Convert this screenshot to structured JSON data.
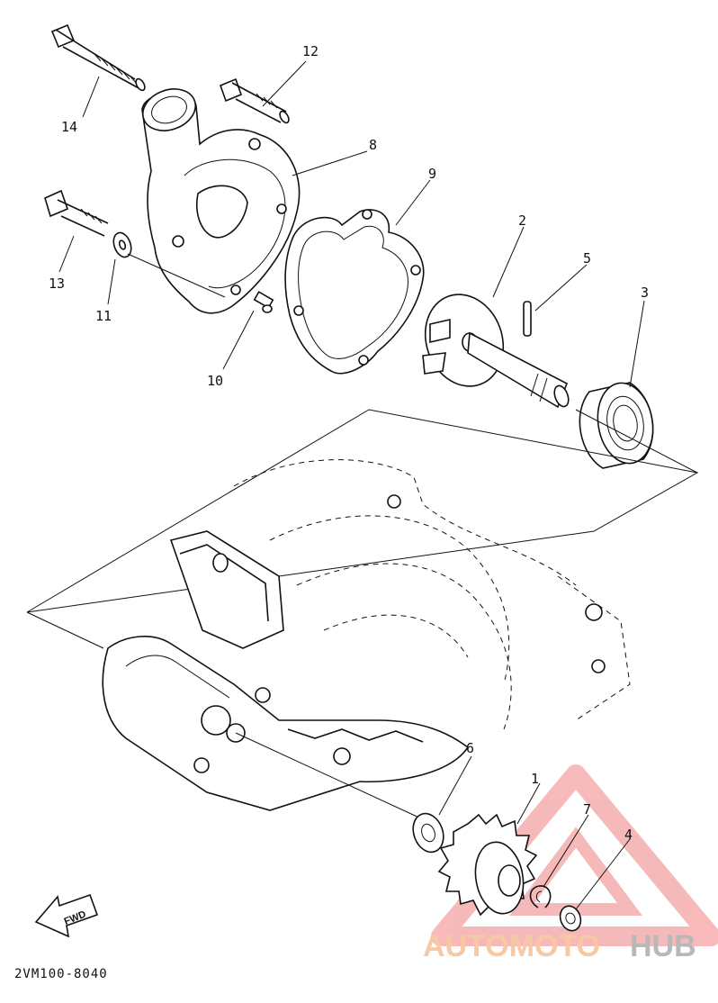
{
  "parts": [
    {
      "number": "1"
    },
    {
      "number": "2"
    },
    {
      "number": "3"
    },
    {
      "number": "4"
    },
    {
      "number": "5"
    },
    {
      "number": "6"
    },
    {
      "number": "7"
    },
    {
      "number": "8"
    },
    {
      "number": "9"
    },
    {
      "number": "10"
    },
    {
      "number": "11"
    },
    {
      "number": "12"
    },
    {
      "number": "13"
    },
    {
      "number": "14"
    }
  ],
  "diagram_code": "2VM100-8040",
  "fwd_label": "FWD",
  "watermark": {
    "brand_left": "AUTOMOTO",
    "brand_right": "HUB",
    "colors": {
      "logo": "#f0a0a0",
      "left_text": "#f6c9a4",
      "right_text": "#b8b8b8"
    }
  }
}
